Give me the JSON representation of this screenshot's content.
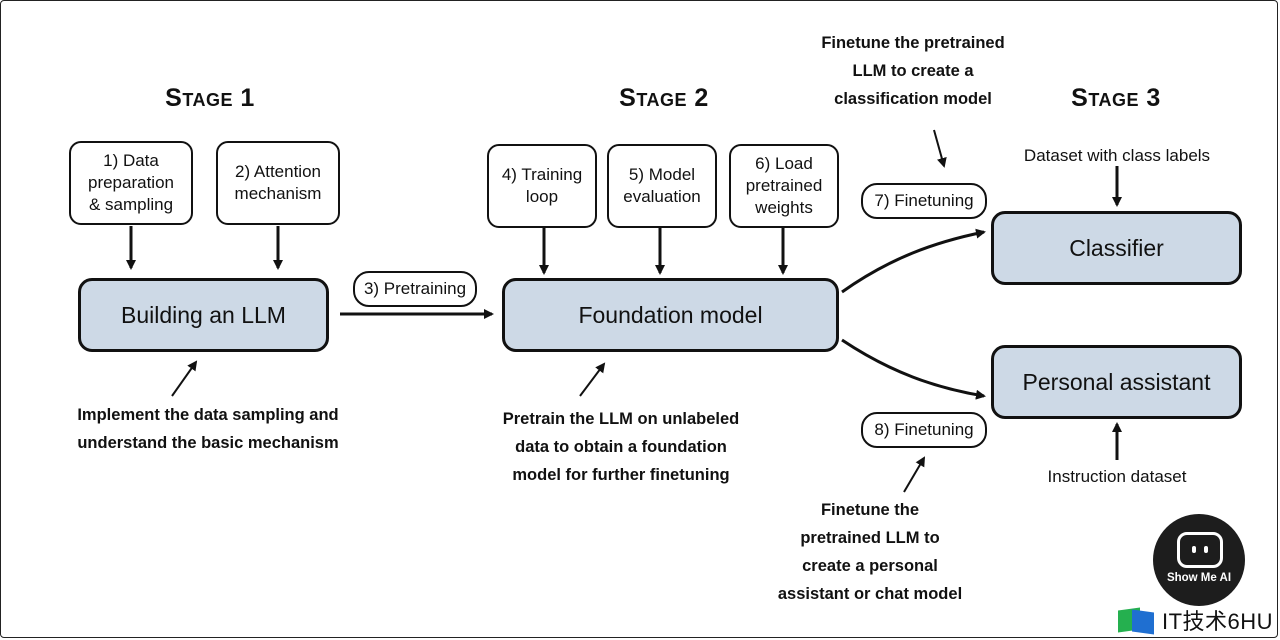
{
  "stages": [
    "Stage 1",
    "Stage 2",
    "Stage 3"
  ],
  "inputs": [
    {
      "id": "data-prep",
      "text": "1) Data\npreparation\n& sampling"
    },
    {
      "id": "attention",
      "text": "2) Attention\nmechanism"
    },
    {
      "id": "training-loop",
      "text": "4) Training\nloop"
    },
    {
      "id": "model-eval",
      "text": "5) Model\nevaluation"
    },
    {
      "id": "load-weights",
      "text": "6) Load\npretrained\nweights"
    }
  ],
  "steps": {
    "pretraining": "3) Pretraining",
    "finetuning_classifier": "7) Finetuning",
    "finetuning_assistant": "8) Finetuning"
  },
  "models": {
    "building": "Building an LLM",
    "foundation": "Foundation model",
    "classifier": "Classifier",
    "assistant": "Personal assistant"
  },
  "datasets": {
    "class_labels": "Dataset with class labels",
    "instruction": "Instruction dataset"
  },
  "notes": {
    "stage1": "Implement the data sampling and\nunderstand the basic mechanism",
    "stage2": "Pretrain the LLM on unlabeled\ndata to obtain a foundation\nmodel for further finetuning",
    "classifier": "Finetune the pretrained\nLLM to create a\nclassification model",
    "assistant": "Finetune the\npretrained LLM to\ncreate a personal\nassistant or chat model"
  },
  "watermark": {
    "badge": "Show Me AI",
    "site": "IT技术6HU"
  }
}
